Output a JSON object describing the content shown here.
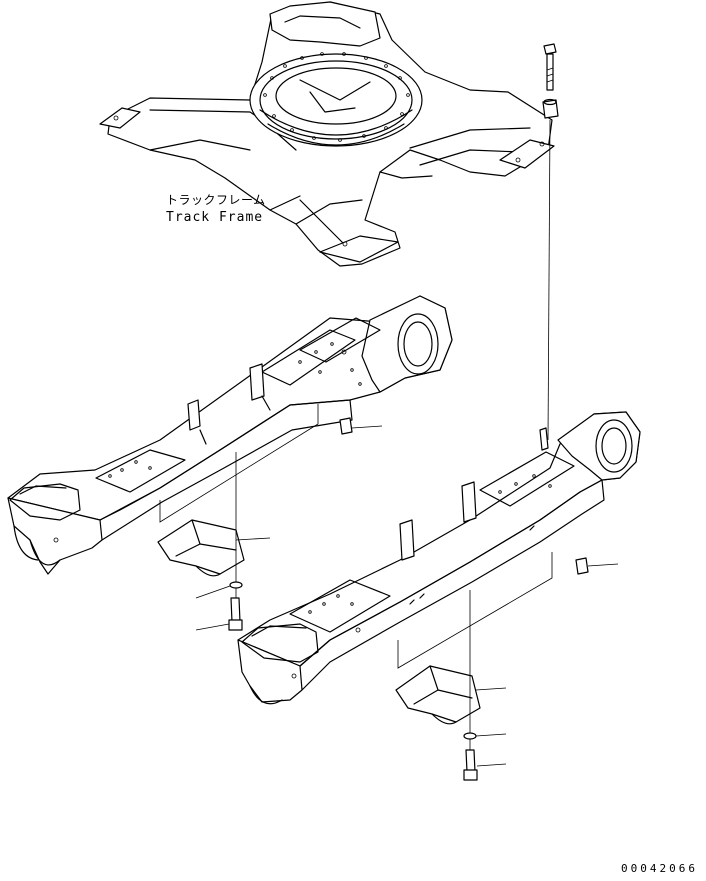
{
  "labels": {
    "track_frame_jp": "トラックフレーム",
    "track_frame_en": "Track Frame"
  },
  "drawing_number": "00042066",
  "colors": {
    "line": "#000000",
    "background": "#ffffff"
  }
}
